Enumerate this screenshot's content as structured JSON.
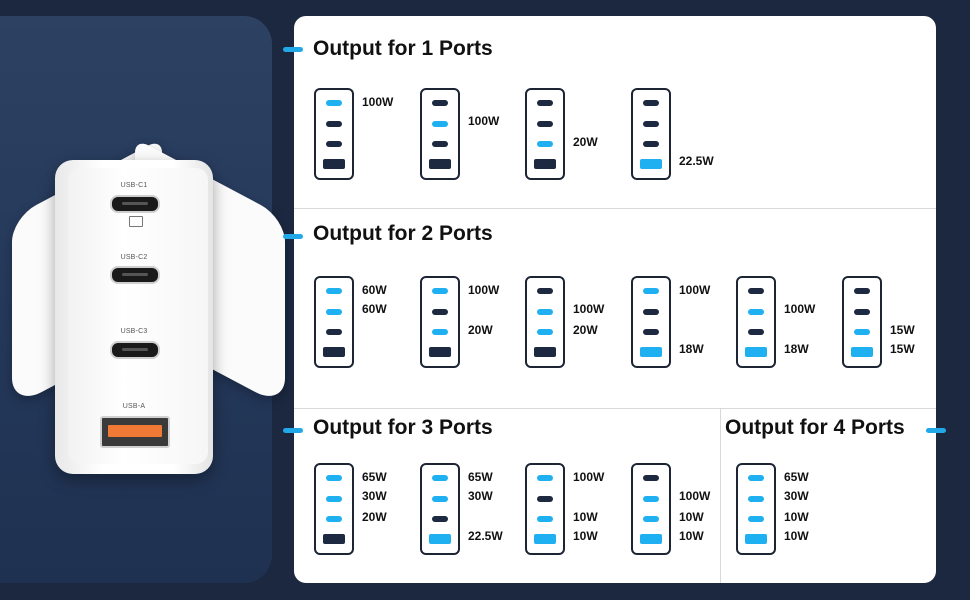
{
  "charger": {
    "ports": [
      {
        "label": "USB-C1",
        "type": "usb-c",
        "icon": "laptop-icon"
      },
      {
        "label": "USB-C2",
        "type": "usb-c"
      },
      {
        "label": "USB-C3",
        "type": "usb-c"
      },
      {
        "label": "USB-A",
        "type": "usb-a"
      }
    ]
  },
  "colors": {
    "active": "#1fb0f2",
    "inactive": "#1c2940",
    "accent": "#20a8e8",
    "usb_a": "#f07a35"
  },
  "sections": [
    {
      "title": "Output for 1 Ports",
      "configs": [
        {
          "ports": [
            {
              "on": true,
              "watt": "100W"
            },
            {
              "on": false,
              "watt": ""
            },
            {
              "on": false,
              "watt": ""
            },
            {
              "on": false,
              "watt": ""
            }
          ]
        },
        {
          "ports": [
            {
              "on": false,
              "watt": ""
            },
            {
              "on": true,
              "watt": "100W"
            },
            {
              "on": false,
              "watt": ""
            },
            {
              "on": false,
              "watt": ""
            }
          ]
        },
        {
          "ports": [
            {
              "on": false,
              "watt": ""
            },
            {
              "on": false,
              "watt": ""
            },
            {
              "on": true,
              "watt": "20W"
            },
            {
              "on": false,
              "watt": ""
            }
          ]
        },
        {
          "ports": [
            {
              "on": false,
              "watt": ""
            },
            {
              "on": false,
              "watt": ""
            },
            {
              "on": false,
              "watt": ""
            },
            {
              "on": true,
              "watt": "22.5W"
            }
          ]
        }
      ]
    },
    {
      "title": "Output for 2 Ports",
      "configs": [
        {
          "ports": [
            {
              "on": true,
              "watt": "60W"
            },
            {
              "on": true,
              "watt": "60W"
            },
            {
              "on": false,
              "watt": ""
            },
            {
              "on": false,
              "watt": ""
            }
          ]
        },
        {
          "ports": [
            {
              "on": true,
              "watt": "100W"
            },
            {
              "on": false,
              "watt": ""
            },
            {
              "on": true,
              "watt": "20W"
            },
            {
              "on": false,
              "watt": ""
            }
          ]
        },
        {
          "ports": [
            {
              "on": false,
              "watt": ""
            },
            {
              "on": true,
              "watt": "100W"
            },
            {
              "on": true,
              "watt": "20W"
            },
            {
              "on": false,
              "watt": ""
            }
          ]
        },
        {
          "ports": [
            {
              "on": true,
              "watt": "100W"
            },
            {
              "on": false,
              "watt": ""
            },
            {
              "on": false,
              "watt": ""
            },
            {
              "on": true,
              "watt": "18W"
            }
          ]
        },
        {
          "ports": [
            {
              "on": false,
              "watt": ""
            },
            {
              "on": true,
              "watt": "100W"
            },
            {
              "on": false,
              "watt": ""
            },
            {
              "on": true,
              "watt": "18W"
            }
          ]
        },
        {
          "ports": [
            {
              "on": false,
              "watt": ""
            },
            {
              "on": false,
              "watt": ""
            },
            {
              "on": true,
              "watt": "15W"
            },
            {
              "on": true,
              "watt": "15W"
            }
          ]
        }
      ]
    },
    {
      "title": "Output for 3 Ports",
      "configs": [
        {
          "ports": [
            {
              "on": true,
              "watt": "65W"
            },
            {
              "on": true,
              "watt": "30W"
            },
            {
              "on": true,
              "watt": "20W"
            },
            {
              "on": false,
              "watt": ""
            }
          ]
        },
        {
          "ports": [
            {
              "on": true,
              "watt": "65W"
            },
            {
              "on": true,
              "watt": "30W"
            },
            {
              "on": false,
              "watt": ""
            },
            {
              "on": true,
              "watt": "22.5W"
            }
          ]
        },
        {
          "ports": [
            {
              "on": true,
              "watt": "100W"
            },
            {
              "on": false,
              "watt": ""
            },
            {
              "on": true,
              "watt": "10W"
            },
            {
              "on": true,
              "watt": "10W"
            }
          ]
        },
        {
          "ports": [
            {
              "on": false,
              "watt": ""
            },
            {
              "on": true,
              "watt": "100W"
            },
            {
              "on": true,
              "watt": "10W"
            },
            {
              "on": true,
              "watt": "10W"
            }
          ]
        }
      ]
    },
    {
      "title": "Output for 4 Ports",
      "configs": [
        {
          "ports": [
            {
              "on": true,
              "watt": "65W"
            },
            {
              "on": true,
              "watt": "30W"
            },
            {
              "on": true,
              "watt": "10W"
            },
            {
              "on": true,
              "watt": "10W"
            }
          ]
        }
      ]
    }
  ]
}
